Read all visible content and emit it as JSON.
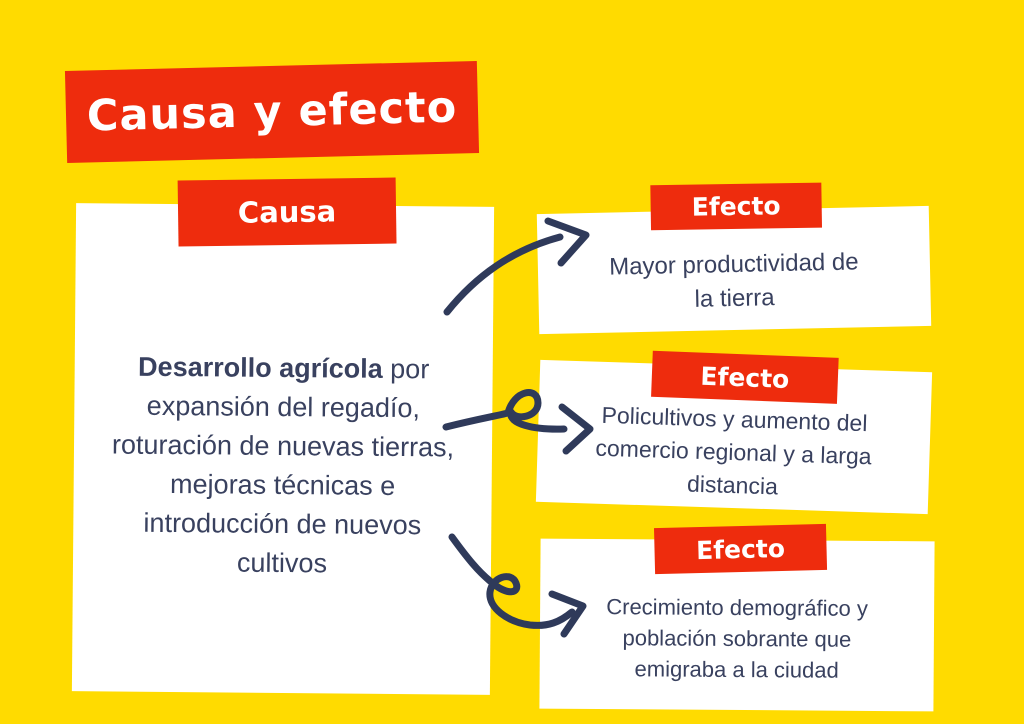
{
  "colors": {
    "bg": "#FFDB00",
    "red": "#EE2C0D",
    "navy": "#2F3A5A",
    "text_navy": "#39415F",
    "card": "#FFFFFF",
    "label_text": "#FFFFFF"
  },
  "title": {
    "label": "Causa y efecto"
  },
  "cause": {
    "label": "Causa",
    "text_bold": "Desarrollo agrícola",
    "text_rest": " por expansión del regadío, roturación de nuevas tierras, mejoras técnicas e introducción de nuevos cultivos"
  },
  "effects": [
    {
      "label": "Efecto",
      "text": "Mayor productividad de la tierra"
    },
    {
      "label": "Efecto",
      "text": "Policultivos y aumento del comercio regional y a larga distancia"
    },
    {
      "label": "Efecto",
      "text": "Crecimiento demográfico y población sobrante que emigraba a la ciudad"
    }
  ],
  "icons": {
    "arrow1": "curved-arrow-icon",
    "arrow2": "loop-arrow-icon",
    "arrow3": "loop-arrow-down-icon"
  }
}
